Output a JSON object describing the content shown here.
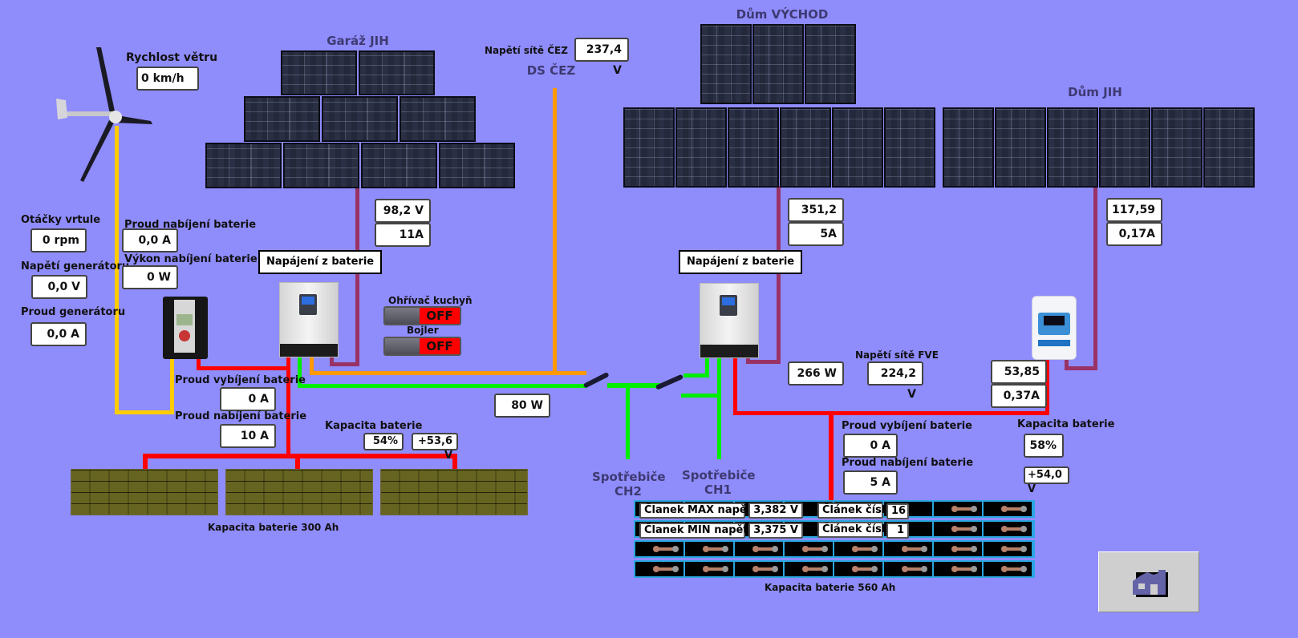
{
  "wind": {
    "speed_label": "Rychlost větru",
    "speed_value": "0 km/h",
    "rpm_label": "Otáčky vrtule",
    "rpm_value": "0 rpm",
    "gen_voltage_label": "Napětí generátoru",
    "gen_voltage_value": "0,0 V",
    "gen_current_label": "Proud generátoru",
    "gen_current_value": "0,0 A",
    "charge_current_label": "Proud nabíjení baterie",
    "charge_current_value": "0,0 A",
    "charge_power_label": "Výkon nabíjení baterie",
    "charge_power_value": "0 W"
  },
  "garage": {
    "title": "Garáž JIH",
    "pv_voltage": "98,2 V",
    "pv_current": "11A",
    "inverter_status": "Napájení z baterie",
    "discharge_label": "Proud vybíjení baterie",
    "discharge_value": "0 A",
    "charge_label": "Proud nabíjení baterie",
    "charge_value": "10 A",
    "capacity_label": "Kapacita baterie",
    "capacity_percent": "54%",
    "battery_voltage": "+53,6 V",
    "battery_name": "Kapacita baterie 300 Ah",
    "grid_power": "80 W"
  },
  "switches": [
    {
      "label": "Ohřívač kuchyň",
      "state": "OFF"
    },
    {
      "label": "Bojler",
      "state": "OFF"
    }
  ],
  "grid": {
    "voltage_label": "Napětí sítě ČEZ",
    "voltage_value": "237,4 V",
    "title": "DS ČEZ"
  },
  "house_east": {
    "title": "Dům VÝCHOD",
    "pv_voltage": "351,2 V",
    "pv_current": "5A",
    "inverter_status": "Napájení z baterie",
    "load_power": "266 W",
    "fve_voltage_label": "Napětí sítě FVE",
    "fve_voltage_value": "224,2 V"
  },
  "house_south": {
    "title": "Dům JIH",
    "pv_voltage": "117,59 V",
    "pv_current": "0,17A",
    "mppt_voltage": "53,85 V",
    "mppt_current": "0,37A"
  },
  "loads": {
    "ch2": [
      "Spotřebiče",
      "CH2"
    ],
    "ch1": [
      "Spotřebiče",
      "CH1"
    ]
  },
  "house_battery": {
    "discharge_label": "Proud vybíjení baterie",
    "discharge_value": "0 A",
    "charge_label": "Proud nabíjení baterie",
    "charge_value": "5 A",
    "capacity_label": "Kapacita baterie",
    "capacity_percent": "58%",
    "battery_voltage": "+54,0 V",
    "cell_max_label": "Članek MAX napětí",
    "cell_max_value": "3,382 V",
    "cell_max_no_label": "Článek číslo",
    "cell_max_no": "16",
    "cell_min_label": "Članek MIN napětí",
    "cell_min_value": "3,375 V",
    "cell_min_no_label": "Článek číslo",
    "cell_min_no": "1",
    "battery_name": "Kapacita baterie 560 Ah"
  },
  "nav": {
    "home_icon": "home-icon"
  },
  "colors": {
    "background": "#8f8cfc",
    "dc_wire": "#ff0000",
    "ac_wire": "#00ee00",
    "grid_wire": "#ff9900",
    "pv_wire": "#993366",
    "wind_wire": "#ffcc00"
  }
}
